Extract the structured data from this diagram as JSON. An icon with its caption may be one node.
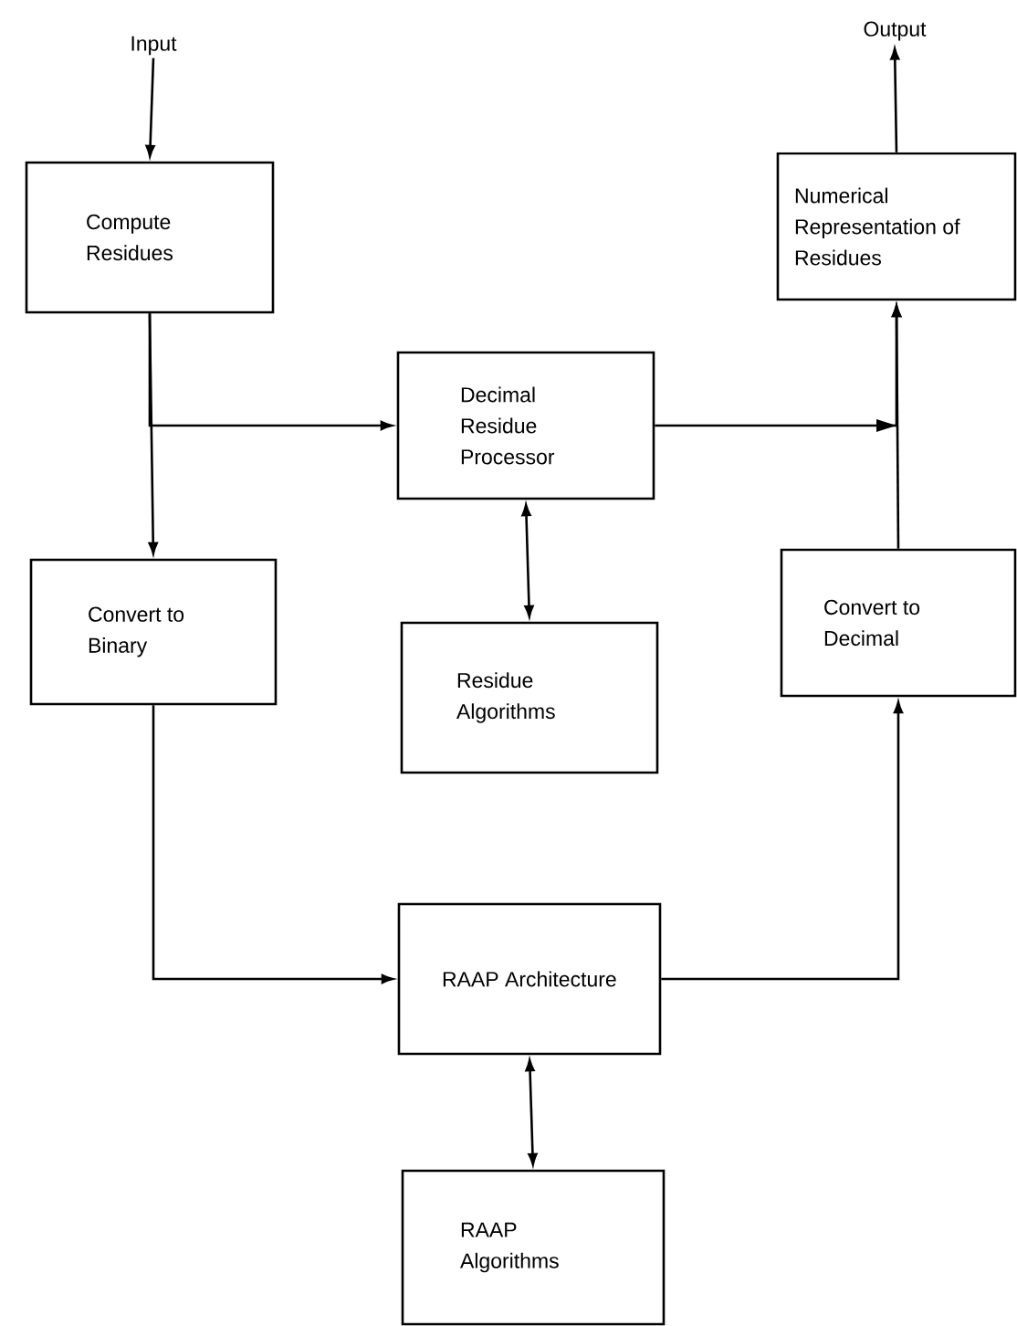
{
  "diagram": {
    "nodes": [
      {
        "text": [
          "Input"
        ]
      },
      {
        "text": [
          "Output"
        ]
      },
      {
        "text": [
          "Compute Residues"
        ]
      },
      {
        "text": [
          "Numerical Representation of Residues"
        ]
      },
      {
        "text": [
          "Decimal Residue Processor"
        ]
      },
      {
        "text": [
          "Convert to Binary"
        ]
      },
      {
        "text": [
          "Convert to Decimal"
        ]
      },
      {
        "text": [
          "Residue Algorithms"
        ]
      },
      {
        "text": [
          "RAAP Architecture"
        ]
      },
      {
        "text": [
          "RAAP Algorithms"
        ]
      }
    ],
    "edges": [
      {
        "from": 0,
        "to": 2,
        "arrow": "to"
      },
      {
        "from": 3,
        "to": 1,
        "arrow": "to"
      },
      {
        "from": 2,
        "to": 5,
        "arrow": "to"
      },
      {
        "from": 2,
        "to": 4,
        "arrow": "to"
      },
      {
        "from": 4,
        "to": 3,
        "arrow": "to"
      },
      {
        "from": 4,
        "to": 7,
        "arrow": "both"
      },
      {
        "from": 5,
        "to": 8,
        "arrow": "to"
      },
      {
        "from": 8,
        "to": 6,
        "arrow": "to"
      },
      {
        "from": 6,
        "to": 3,
        "arrow": "to"
      },
      {
        "from": 8,
        "to": 9,
        "arrow": "both"
      }
    ]
  }
}
